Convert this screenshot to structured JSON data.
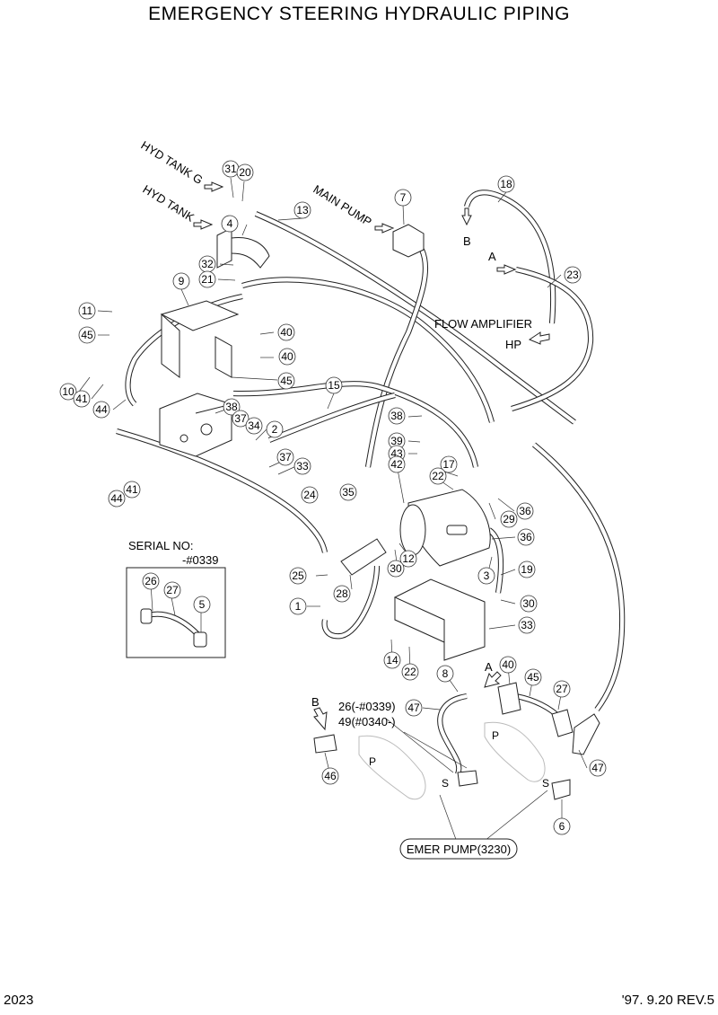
{
  "title": "EMERGENCY STEERING HYDRAULIC PIPING",
  "footer": {
    "page_number": "2023",
    "revision": "'97. 9.20  REV.5"
  },
  "labels": {
    "hyd_tank_g": "HYD TANK G",
    "hyd_tank": "HYD TANK",
    "main_pump": "MAIN PUMP",
    "flow_amplifier": "FLOW AMPLIFIER",
    "hp": "HP",
    "port_a_top": "A",
    "port_b_top": "B",
    "port_a_bottom": "A",
    "port_b_bottom": "B",
    "port_p_left": "P",
    "port_s_left": "S",
    "port_p_right": "P",
    "port_s_right": "S",
    "serial_no": "SERIAL NO:",
    "serial_range": "-#0339",
    "callout_26_49_a": "26(-#0339)",
    "callout_26_49_b": "49(#0340-)",
    "emer_pump": "EMER PUMP(3230)"
  },
  "callouts": [
    "31",
    "20",
    "4",
    "7",
    "13",
    "18",
    "32",
    "21",
    "9",
    "11",
    "45",
    "40",
    "40",
    "45",
    "23",
    "15",
    "10",
    "41",
    "44",
    "38",
    "37",
    "34",
    "2",
    "37",
    "38",
    "39",
    "43",
    "42",
    "33",
    "44",
    "41",
    "24",
    "35",
    "17",
    "22",
    "29",
    "36",
    "36",
    "25",
    "1",
    "28",
    "12",
    "30",
    "3",
    "19",
    "30",
    "33",
    "14",
    "22",
    "8",
    "40",
    "45",
    "27",
    "47",
    "46",
    "47",
    "6",
    "26",
    "27",
    "5",
    "26",
    "47",
    "46",
    "47"
  ]
}
